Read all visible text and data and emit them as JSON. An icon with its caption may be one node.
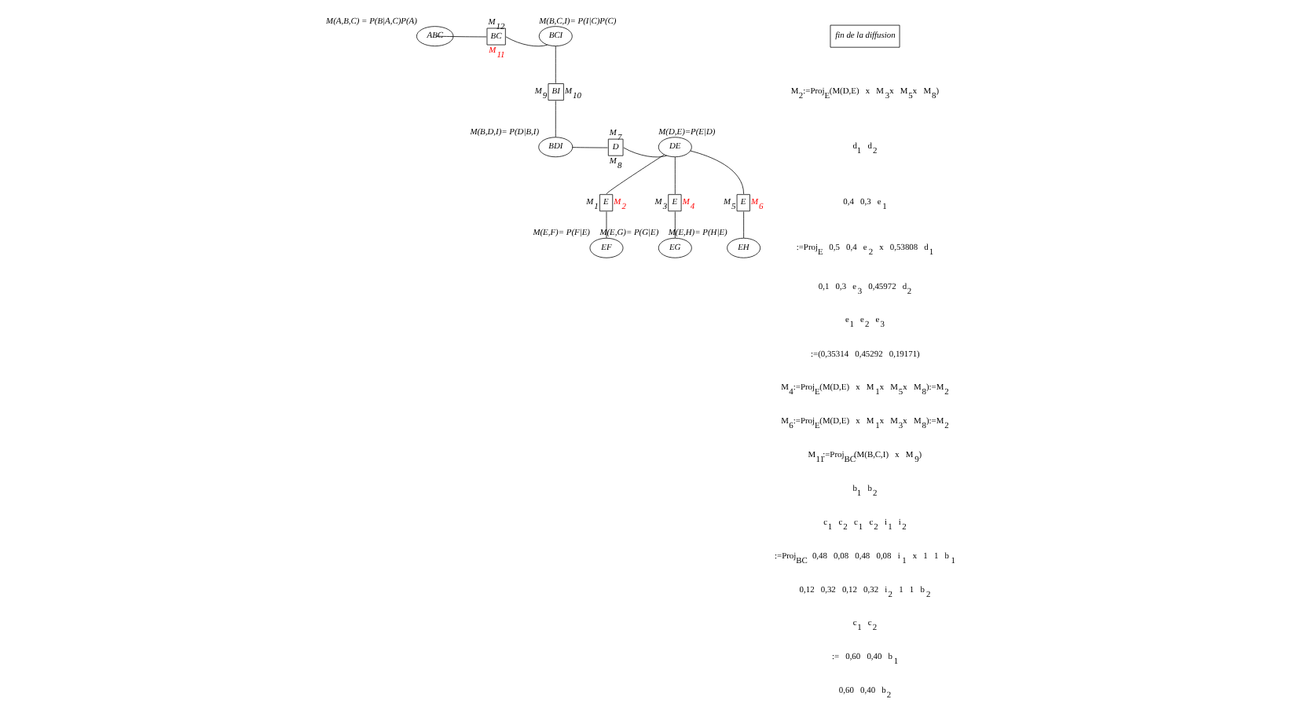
{
  "diagram": {
    "nodes": [
      {
        "text": [
          "ABC"
        ],
        "beside": [
          "M(A,B,C) = P(B|A,C)P(A)"
        ]
      },
      {
        "text": [
          "BC"
        ],
        "beside": [
          "M$_{12}$",
          "M$_{11}$"
        ]
      },
      {
        "text": [
          "BCI"
        ],
        "beside": [
          "M(B,C,I)= P(I|C)P(C)"
        ]
      },
      {
        "text": [
          "BI"
        ],
        "beside": [
          "M$_{9}$",
          "M$_{10}$"
        ]
      },
      {
        "text": [
          "DE"
        ],
        "beside": [
          "M(D,E)=P(E|D)"
        ]
      },
      {
        "text": [
          "D"
        ],
        "beside": [
          "M$_{7}$",
          "M$_{8}$"
        ]
      },
      {
        "text": [
          "BDI"
        ],
        "beside": [
          "M(B,D,I)= P(D|B,I)"
        ]
      },
      {
        "text": [
          "E"
        ],
        "beside": [
          "M$_{1}$",
          "M$_{2}$"
        ]
      },
      {
        "text": [
          "E"
        ],
        "beside": [
          "M$_{3}$",
          "M$_{4}$"
        ]
      },
      {
        "text": [
          "E"
        ],
        "beside": [
          "M$_{5}$",
          "M$_{6}$"
        ]
      },
      {
        "text": [
          "EF"
        ],
        "beside": [
          "M(E,F)= P(F|E)"
        ]
      },
      {
        "text": [
          "EG"
        ],
        "beside": [
          "M(E,G)= P(G|E)"
        ]
      },
      {
        "text": [
          "EH"
        ],
        "beside": [
          "M(E,H)= P(H|E)"
        ]
      },
      {
        "text": [
          "fin de la diffusion"
        ]
      }
    ],
    "edges": [
      {
        "from": 0,
        "to": 1,
        "arrow": "none"
      },
      {
        "from": 1,
        "to": 2,
        "arrow": "none"
      },
      {
        "from": 2,
        "to": 3,
        "arrow": "none"
      },
      {
        "from": 3,
        "to": 6,
        "arrow": "none"
      },
      {
        "from": 6,
        "to": 5,
        "arrow": "none"
      },
      {
        "from": 5,
        "to": 4,
        "arrow": "none"
      },
      {
        "from": 4,
        "to": 7,
        "arrow": "none"
      },
      {
        "from": 4,
        "to": 8,
        "arrow": "none"
      },
      {
        "from": 4,
        "to": 9,
        "arrow": "none"
      },
      {
        "from": 7,
        "to": 10,
        "arrow": "none"
      },
      {
        "from": 8,
        "to": 11,
        "arrow": "none"
      },
      {
        "from": 9,
        "to": 12,
        "arrow": "none"
      }
    ],
    "labels": [
      "M$_{2}$:=Proj$_{E}$(M(D,E) x M$_{3}$x M$_{5}$x M$_{8}$)",
      "d$_{1}$ d$_{2}$",
      "0,4 0,3 e$_{1}$",
      ":=Proj$_{E}$ 0,5 0,4 e$_{2}$ x 0,53808 d$_{1}$",
      "0,1 0,3 e$_{3}$ 0,45972 d$_{2}$",
      "e$_{1}$ e$_{2}$ e$_{3}$",
      ":=(0,35314 0,45292 0,19171)",
      "M$_{4}$:=Proj$_{E}$(M(D,E) x M$_{1}$x M$_{5}$x M$_{8}$):=M$_{2}$",
      "M$_{6}$:=Proj$_{E}$(M(D,E) x M$_{1}$x M$_{3}$x M$_{8}$):=M$_{2}$",
      "M$_{11}$:=Proj$_{BC}$(M(B,C,I) x M$_{9}$)",
      "b$_{1}$ b$_{2}$",
      "c$_{1}$ c$_{2}$ c$_{1}$ c$_{2}$ i$_{1}$ i$_{2}$",
      ":=Proj$_{BC}$ 0,48 0,08 0,48 0,08 i$_{1}$ x 1 1 b$_{1}$",
      "0,12 0,32 0,12 0,32 i$_{2}$ 1 1 b$_{2}$",
      "c$_{1}$ c$_{2}$",
      ":= 0,60 0,40 b$_{1}$",
      "0,60 0,40 b$_{2}$"
    ]
  }
}
